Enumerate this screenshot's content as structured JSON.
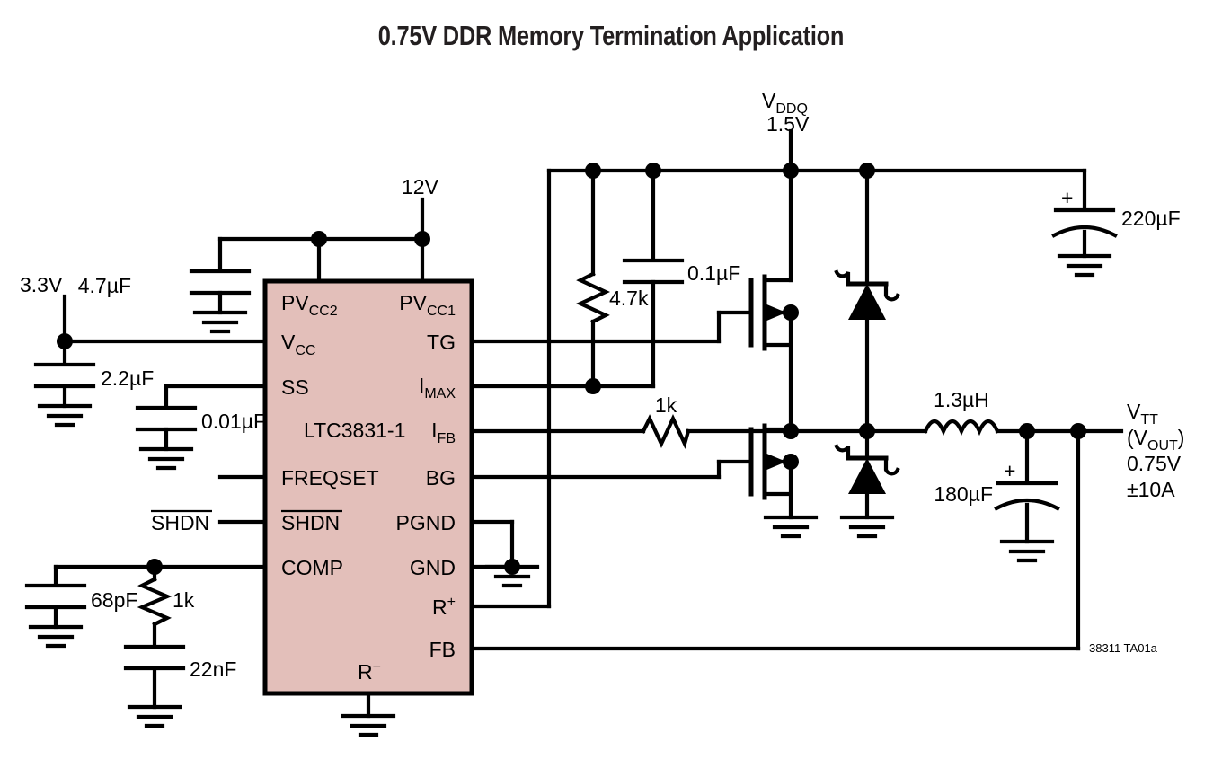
{
  "title": "0.75V DDR Memory Termination Application",
  "doc_code": "38311 TA01a",
  "colors": {
    "ic_fill": "#e3bfba",
    "ic_stroke": "#000000",
    "wire": "#000000",
    "title": "#231f20"
  },
  "ic": {
    "part": "LTC3831-1",
    "pins_left": [
      {
        "name": "PVCC2",
        "label": "PV",
        "sub": "CC2"
      },
      {
        "name": "VCC",
        "label": "V",
        "sub": "CC"
      },
      {
        "name": "SS",
        "label": "SS",
        "sub": ""
      },
      {
        "name": "FREQSET",
        "label": "FREQSET",
        "sub": ""
      },
      {
        "name": "SHDN",
        "label": "SHDN",
        "sub": "",
        "overline": true
      },
      {
        "name": "COMP",
        "label": "COMP",
        "sub": ""
      }
    ],
    "pins_right": [
      {
        "name": "PVCC1",
        "label": "PV",
        "sub": "CC1"
      },
      {
        "name": "TG",
        "label": "TG",
        "sub": ""
      },
      {
        "name": "IMAX",
        "label": "I",
        "sub": "MAX"
      },
      {
        "name": "IFB",
        "label": "I",
        "sub": "FB"
      },
      {
        "name": "BG",
        "label": "BG",
        "sub": ""
      },
      {
        "name": "PGND",
        "label": "PGND",
        "sub": ""
      },
      {
        "name": "GND",
        "label": "GND",
        "sub": ""
      },
      {
        "name": "RPLUS",
        "label": "R",
        "sup": "+"
      },
      {
        "name": "FB",
        "label": "FB",
        "sub": ""
      }
    ],
    "pin_bottom": {
      "name": "RMINUS",
      "label": "R",
      "sup": "−"
    }
  },
  "supplies": {
    "v33": "3.3V",
    "v12": "12V",
    "vddq_name": "V",
    "vddq_sub": "DDQ",
    "vddq_value": "1.5V",
    "shdn_ext": "SHDN"
  },
  "output": {
    "name": "V",
    "sub": "TT",
    "alt_open": "(V",
    "alt_sub": "OUT",
    "alt_close": ")",
    "voltage": "0.75V",
    "current": "±10A"
  },
  "components": [
    {
      "id": "c-vcc",
      "ref": "2.2µF",
      "type": "capacitor"
    },
    {
      "id": "c-pvcc2",
      "ref": "4.7µF",
      "type": "capacitor"
    },
    {
      "id": "c-ss",
      "ref": "0.01µF",
      "type": "capacitor"
    },
    {
      "id": "c-comp1",
      "ref": "68pF",
      "type": "capacitor"
    },
    {
      "id": "r-comp",
      "ref": "1k",
      "type": "resistor"
    },
    {
      "id": "c-comp2",
      "ref": "22nF",
      "type": "capacitor"
    },
    {
      "id": "r-imax",
      "ref": "4.7k",
      "type": "resistor"
    },
    {
      "id": "c-imax",
      "ref": "0.1µF",
      "type": "capacitor"
    },
    {
      "id": "r-ifb",
      "ref": "1k",
      "type": "resistor"
    },
    {
      "id": "c-vddq",
      "ref": "220µF",
      "type": "capacitor-polarized"
    },
    {
      "id": "l-out",
      "ref": "1.3µH",
      "type": "inductor"
    },
    {
      "id": "c-out",
      "ref": "180µF",
      "type": "capacitor-polarized"
    }
  ],
  "polarity_marks": {
    "plus": "+"
  }
}
